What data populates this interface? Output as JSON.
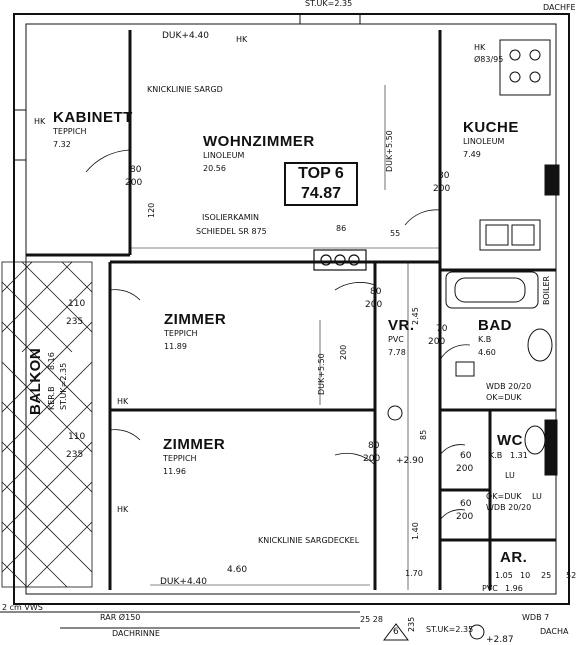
{
  "top_labels": {
    "stuk_top": "ST.UK=2.35",
    "dachfe": "DACHFE",
    "duk_wohn": "DUK+4.40",
    "knicklinie_top": "KNICKLINIE SARGD",
    "duk_vertical_wohn": "DUK+5.50",
    "hk": "HK"
  },
  "rooms": {
    "kabinett": {
      "name": "KABINETT",
      "floor": "TEPPICH",
      "area": "7.32"
    },
    "wohnzimmer": {
      "name": "WOHNZIMMER",
      "floor": "LINOLEUM",
      "area": "20.56"
    },
    "kuche": {
      "name": "KUCHE",
      "floor": "LINOLEUM",
      "area": "7.49"
    },
    "zimmer1": {
      "name": "ZIMMER",
      "floor": "TEPPICH",
      "area": "11.89"
    },
    "zimmer2": {
      "name": "ZIMMER",
      "floor": "TEPPICH",
      "area": "11.96"
    },
    "vr": {
      "name": "VR.",
      "floor": "PVC",
      "area": "7.78"
    },
    "bad": {
      "name": "BAD",
      "floor": "K.B",
      "area": "4.60"
    },
    "wc": {
      "name": "WC",
      "floor": "K.B",
      "area": "1.31"
    },
    "ar": {
      "name": "AR.",
      "floor": "PVC",
      "area": "1.96"
    },
    "balkon": {
      "name": "BALKON",
      "floor": "KER.B",
      "area": "8.16",
      "stuk": "ST.UK=2.35"
    }
  },
  "top_unit": {
    "line1": "TOP 6",
    "line2": "74.87"
  },
  "door_dims": {
    "kabinett_door": {
      "w": "80",
      "h": "200"
    },
    "kuche_door": {
      "w": "80",
      "h": "200"
    },
    "wohn_door": {
      "w": "80",
      "h": "200"
    },
    "balkon_door1": {
      "w": "110",
      "h": "235"
    },
    "balkon_door2": {
      "w": "110",
      "h": "235"
    },
    "bad_door": {
      "w": "70",
      "h": "200"
    },
    "vr_door": {
      "w": "80",
      "h": "200"
    },
    "wc_door": {
      "w": "60",
      "h": "200"
    },
    "ar_door": {
      "w": "60",
      "h": "200"
    }
  },
  "kamin": {
    "line1": "ISOLIERKAMIN",
    "line2": "SCHIEDEL SR 875"
  },
  "misc": {
    "herd": "Ø83/95",
    "boiler": "BOILER",
    "wdb_bad": "WDB 20/20",
    "ok_duk_bad": "OK=DUK",
    "ok_duk_wc": "OK=DUK",
    "wdb_wc": "WDB 20/20",
    "lu": "LU",
    "lu2": "LU",
    "plus_290": "+2.90",
    "plus_287": "+2.87",
    "knicklinie_bottom": "KNICKLINIE SARGDECKEL",
    "duk_bottom": "DUK+4.40",
    "dim_460": "4.60",
    "rar": "RAR Ø150",
    "dachrinne": "DACHRINNE",
    "vws": "2 cm VWS",
    "stuk_bottom": "ST.UK=2.35",
    "section_mark": "6",
    "duk_zimmer": "DUK+5.50",
    "dim_170": "1.70",
    "dim_105": "1.05",
    "dim_10": "10",
    "dim_25": "25",
    "dim_52": "52",
    "dim_86": "86",
    "dim_55": "55",
    "dim_120": "120",
    "dim_200": "200",
    "dim_245": "2.45",
    "dim_140": "1.40",
    "dim_85": "85",
    "wdb_right": "WDB 7",
    "dacha": "DACHA",
    "dim_2528": "25 28",
    "dim_235v": "235"
  }
}
